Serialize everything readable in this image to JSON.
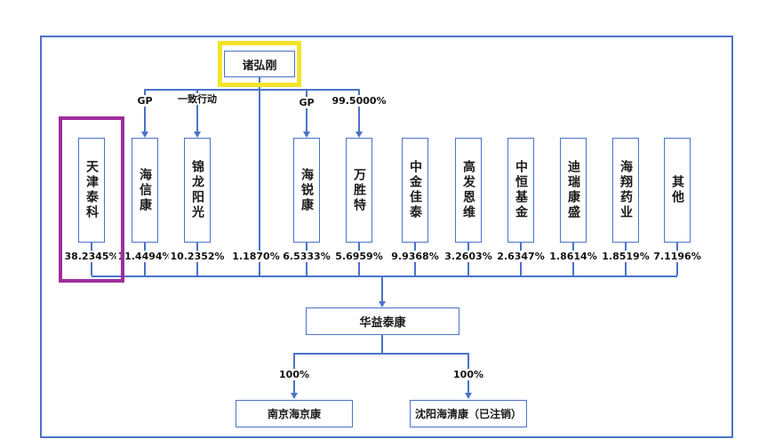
{
  "colors": {
    "line_blue": "#4a73c8",
    "highlight_yellow": "#f3e32c",
    "highlight_purple": "#a02d9b"
  },
  "top_person": {
    "name": "诸弘刚"
  },
  "direct_holding": {
    "pct": "1.1870%"
  },
  "shareholders": [
    {
      "name": "天津泰科",
      "pct": "38.2345%",
      "highlighted": true
    },
    {
      "name": "海信康",
      "pct": "11.4494%",
      "edge_label": "GP"
    },
    {
      "name": "锦龙阳光",
      "pct": "10.2352%",
      "edge_label": "一致行动"
    },
    {
      "name": "海锐康",
      "pct": "6.5333%",
      "edge_label": "GP"
    },
    {
      "name": "万胜特",
      "pct": "5.6959%",
      "edge_label": "99.5000%"
    },
    {
      "name": "中金佳泰",
      "pct": "9.9368%"
    },
    {
      "name": "高发恩维",
      "pct": "3.2603%"
    },
    {
      "name": "中恒基金",
      "pct": "2.6347%"
    },
    {
      "name": "迪瑞康盛",
      "pct": "1.8614%"
    },
    {
      "name": "海翔药业",
      "pct": "1.8519%"
    },
    {
      "name": "其他",
      "pct": "7.1196%"
    }
  ],
  "company": {
    "name": "华益泰康"
  },
  "subsidiaries": [
    {
      "name": "南京海京康",
      "pct": "100%"
    },
    {
      "name": "沈阳海清康（已注销）",
      "pct": "100%"
    }
  ]
}
